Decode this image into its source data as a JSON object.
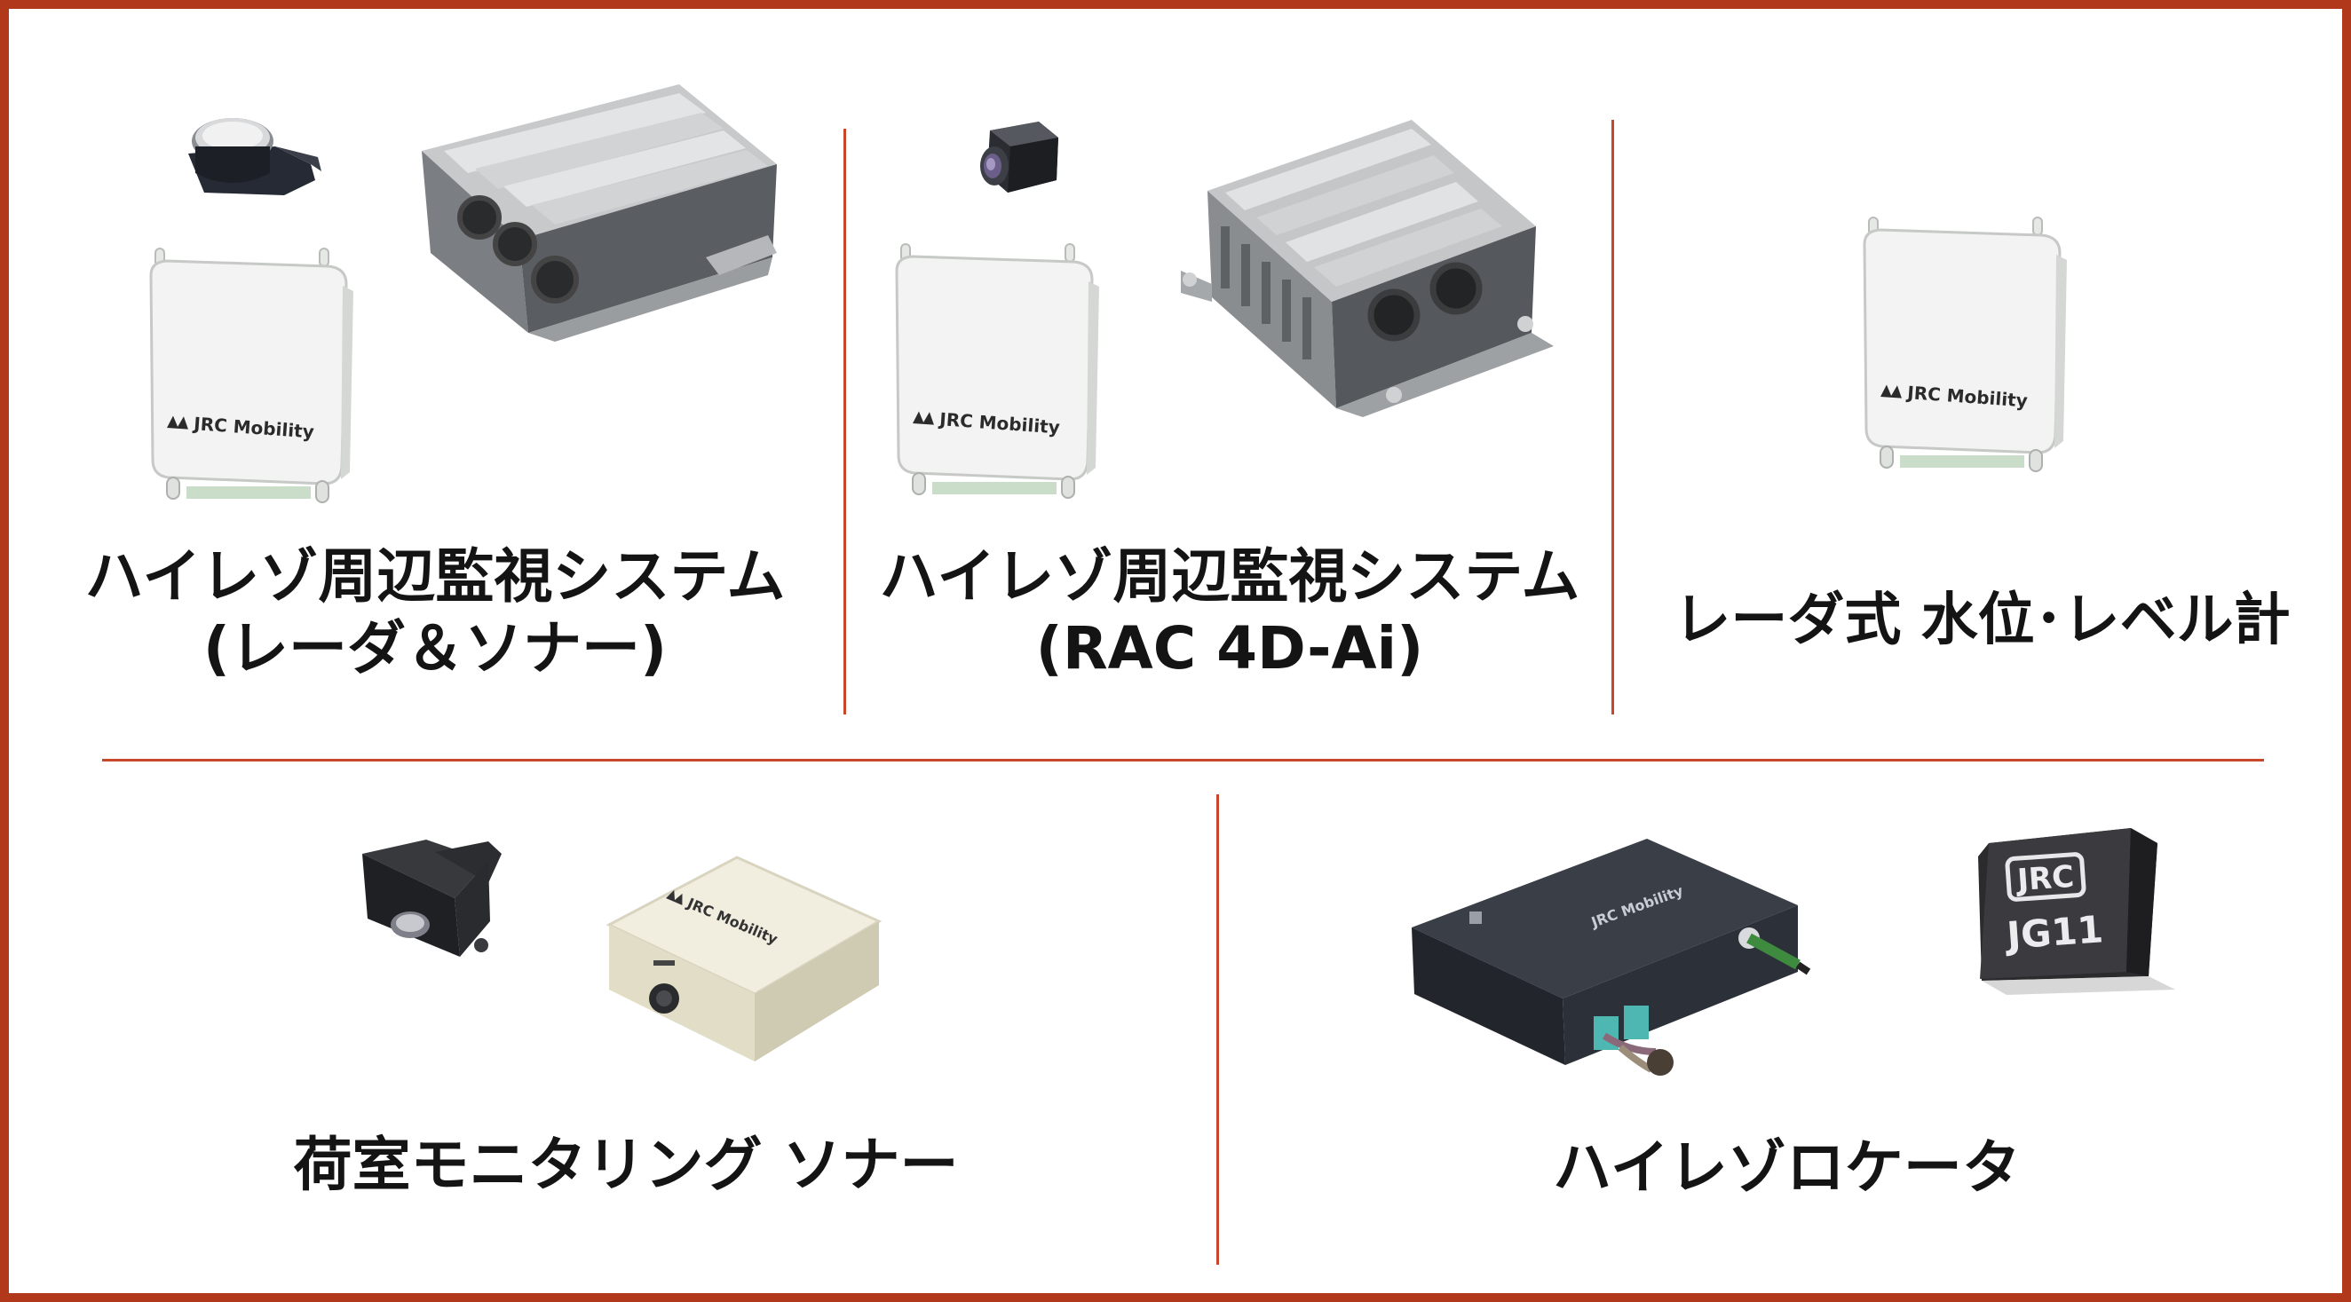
{
  "brand_label": "JRC Mobility",
  "chip_labels": {
    "top": "JRC",
    "bottom": "JG11"
  },
  "colors": {
    "frame": "#b2381c",
    "divider": "#c8462a",
    "text": "#141414"
  },
  "products": [
    {
      "id": "radar-sonar",
      "title_line1": "ハイレゾ周辺監視システム",
      "title_line2": "(レーダ＆ソナー)"
    },
    {
      "id": "rac-4d-ai",
      "title_line1": "ハイレゾ周辺監視システム",
      "title_line2": "(RAC 4D-Ai)"
    },
    {
      "id": "water-level",
      "title_line1": "レーダ式 水位･レベル計"
    },
    {
      "id": "cargo-sonar",
      "title_line1": "荷室モニタリング ソナー"
    },
    {
      "id": "locator",
      "title_line1": "ハイレゾロケータ"
    }
  ]
}
